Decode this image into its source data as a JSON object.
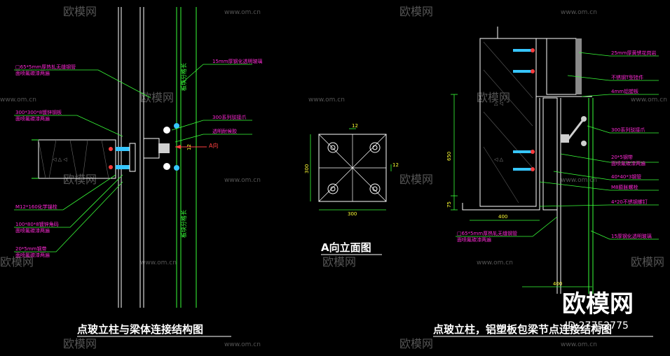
{
  "watermark": {
    "brand": "欧模网",
    "url": "www.om.cn"
  },
  "logo": {
    "text": "欧模网",
    "id": "ID:27752775"
  },
  "left_detail": {
    "title": "点玻立柱与梁体连接结构图",
    "labels": [
      "□65*5mm厚热轧无缝钢管",
      "面喷氟碳漆两遍",
      "300*300*8镀锌钢板",
      "面喷氟碳漆两遍",
      "M12*160化学锚栓",
      "100*80*8镀锌角码",
      "面喷氟碳漆两遍",
      "20*5mm钢带",
      "面喷氟碳漆两遍",
      "15mm厚钢化透明玻璃",
      "300系列驳接爪",
      "透明耐候胶"
    ],
    "vertical_labels": [
      "板块分格长",
      "板块分格长"
    ],
    "dim": "12",
    "arrow_label": "A向"
  },
  "center_detail": {
    "title": "A向立面图",
    "dims": [
      "12",
      "12",
      "300",
      "300"
    ]
  },
  "right_detail": {
    "title": "点玻立柱，铝塑板包梁节点连接结构图",
    "labels": [
      "25mm厚黄锈花岗岩",
      "不锈钢T型挂件",
      "4mm铝塑板",
      "300系列驳接爪",
      "20*5钢带",
      "面喷氟碳漆两遍",
      "40*40*3钢管",
      "M8膨胀螺栓",
      "4*20不锈钢螺钉",
      "15厚钢化透明玻璃",
      "□65*5mm厚热轧无缝钢管",
      "面喷氟碳漆两遍"
    ],
    "dims": [
      "650",
      "75",
      "400",
      "400"
    ]
  }
}
